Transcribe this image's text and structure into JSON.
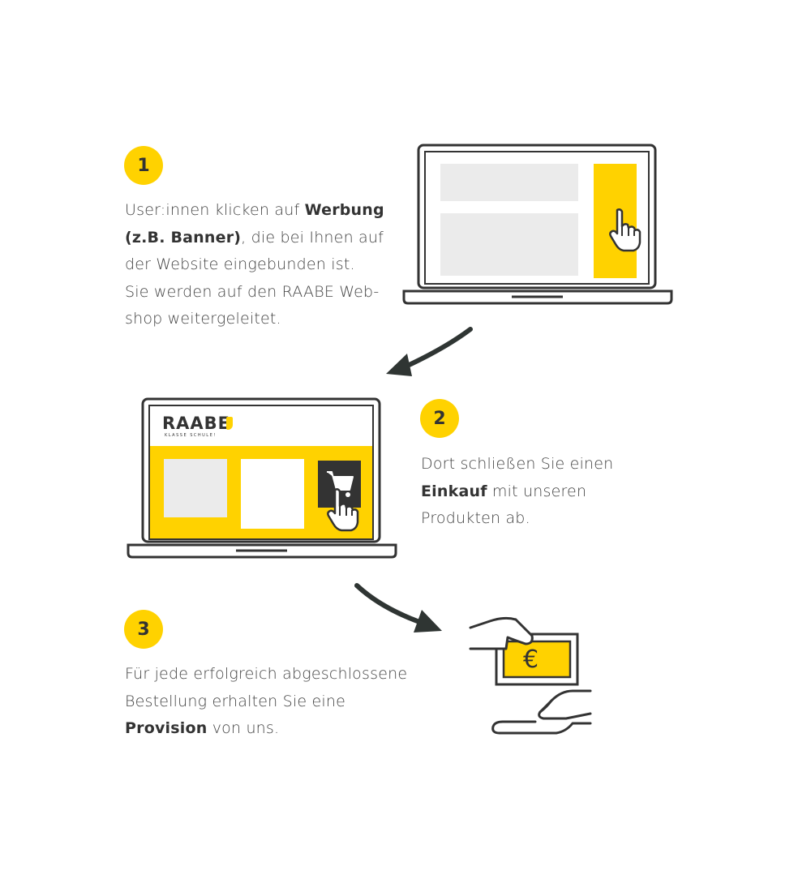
{
  "colors": {
    "accent": "#ffd200",
    "dark": "#333333",
    "grey_block": "#ebebeb"
  },
  "steps": [
    {
      "number": "1",
      "line1_pre": "User:innen klicken auf ",
      "line1_bold": "Werbung",
      "line2_bold": "(z.B. Banner)",
      "line2_post": ", die bei Ihnen auf",
      "line3": "der Website eingebunden ist.",
      "line4": "Sie werden auf den RAABE Web-",
      "line5": "shop weitergeleitet."
    },
    {
      "number": "2",
      "line1": "Dort schließen Sie einen",
      "line2_bold": "Einkauf",
      "line2_post": " mit unseren",
      "line3": "Produkten ab."
    },
    {
      "number": "3",
      "line1": "Für jede erfolgreich abgeschlossene",
      "line2": "Bestellung erhalten Sie eine",
      "line3_bold": "Provision",
      "line3_post": " von uns."
    }
  ],
  "shop_logo": {
    "name": "RAABE",
    "tagline": "KLASSE SCHULE!"
  },
  "icons": {
    "banner": "hand-pointer-icon",
    "cart": "shopping-cart-icon",
    "money": "euro-banknote-icon",
    "currency_symbol": "€"
  }
}
